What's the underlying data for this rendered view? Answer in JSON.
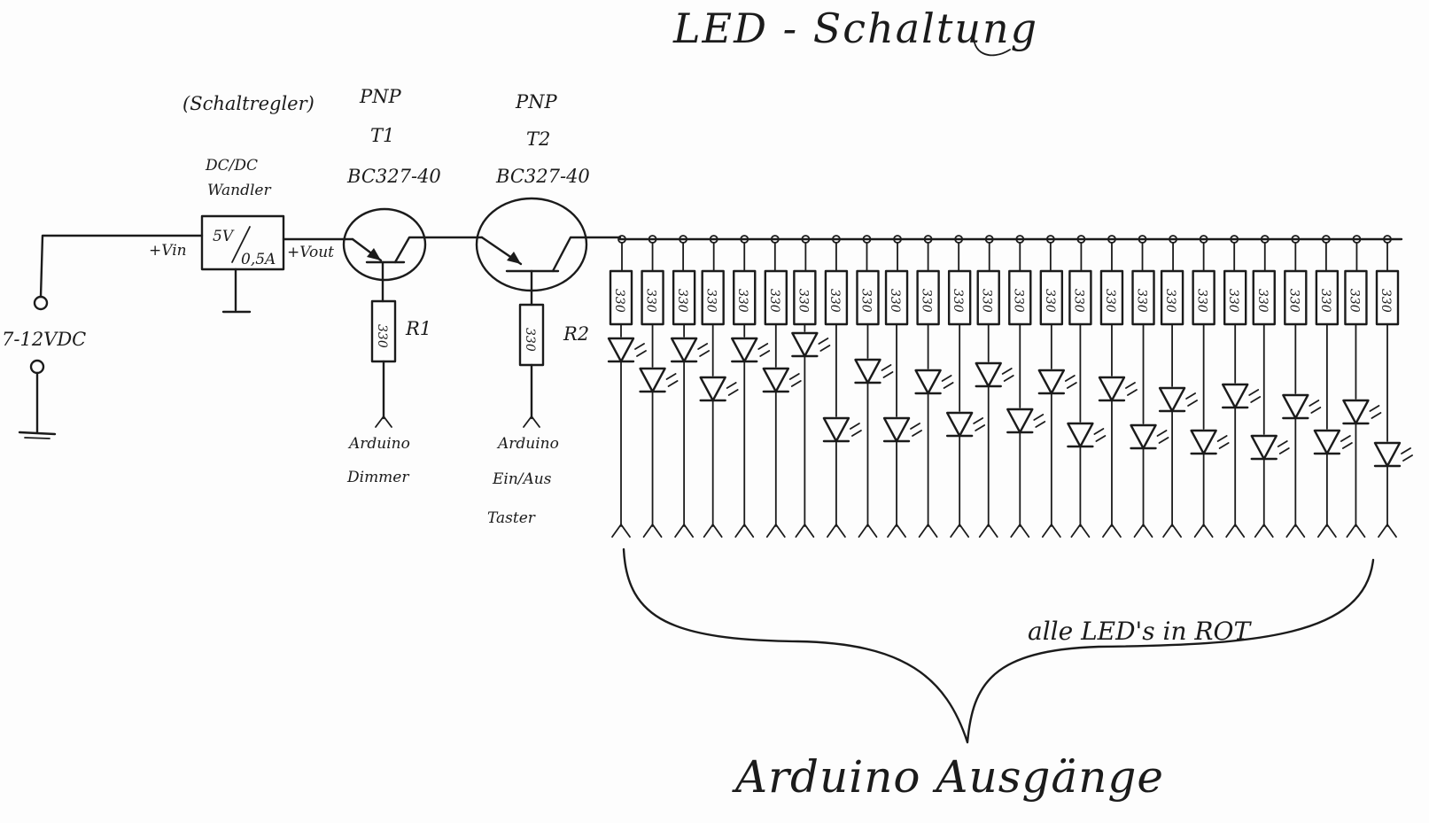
{
  "title": "LED - Schaltung",
  "supply": {
    "label": "7-12VDC"
  },
  "regulator": {
    "note": "(Schaltregler)",
    "type_line1": "DC/DC",
    "type_line2": "Wandler",
    "rating_v": "5V",
    "rating_a": "0,5A",
    "vin": "+Vin",
    "vout": "+Vout"
  },
  "t1": {
    "polarity": "PNP",
    "name": "T1",
    "part": "BC327-40"
  },
  "t2": {
    "polarity": "PNP",
    "name": "T2",
    "part": "BC327-40"
  },
  "r1": {
    "name": "R1",
    "value": "330",
    "dest_line1": "Arduino",
    "dest_line2": "Dimmer"
  },
  "r2": {
    "name": "R2",
    "value": "330",
    "dest_line1": "Arduino",
    "dest_line2": "Ein/Aus",
    "dest_line3": "Taster"
  },
  "led_resistor_value": "330",
  "led_count": 26,
  "brace_label": "alle LED's in ROT",
  "outputs_label": "Arduino Ausgänge"
}
